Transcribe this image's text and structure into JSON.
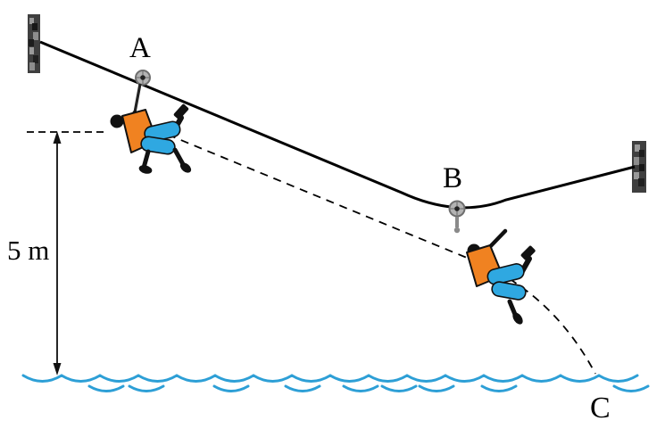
{
  "labels": {
    "point_a": "A",
    "point_b": "B",
    "point_c": "C",
    "height": "5 m"
  },
  "colors": {
    "ink": "#000000",
    "water": "#2D9FD6",
    "shirt": "#F08221",
    "pants": "#2FA8E1",
    "post": "#3F3F3F",
    "pulley": "#B3B3B3"
  }
}
